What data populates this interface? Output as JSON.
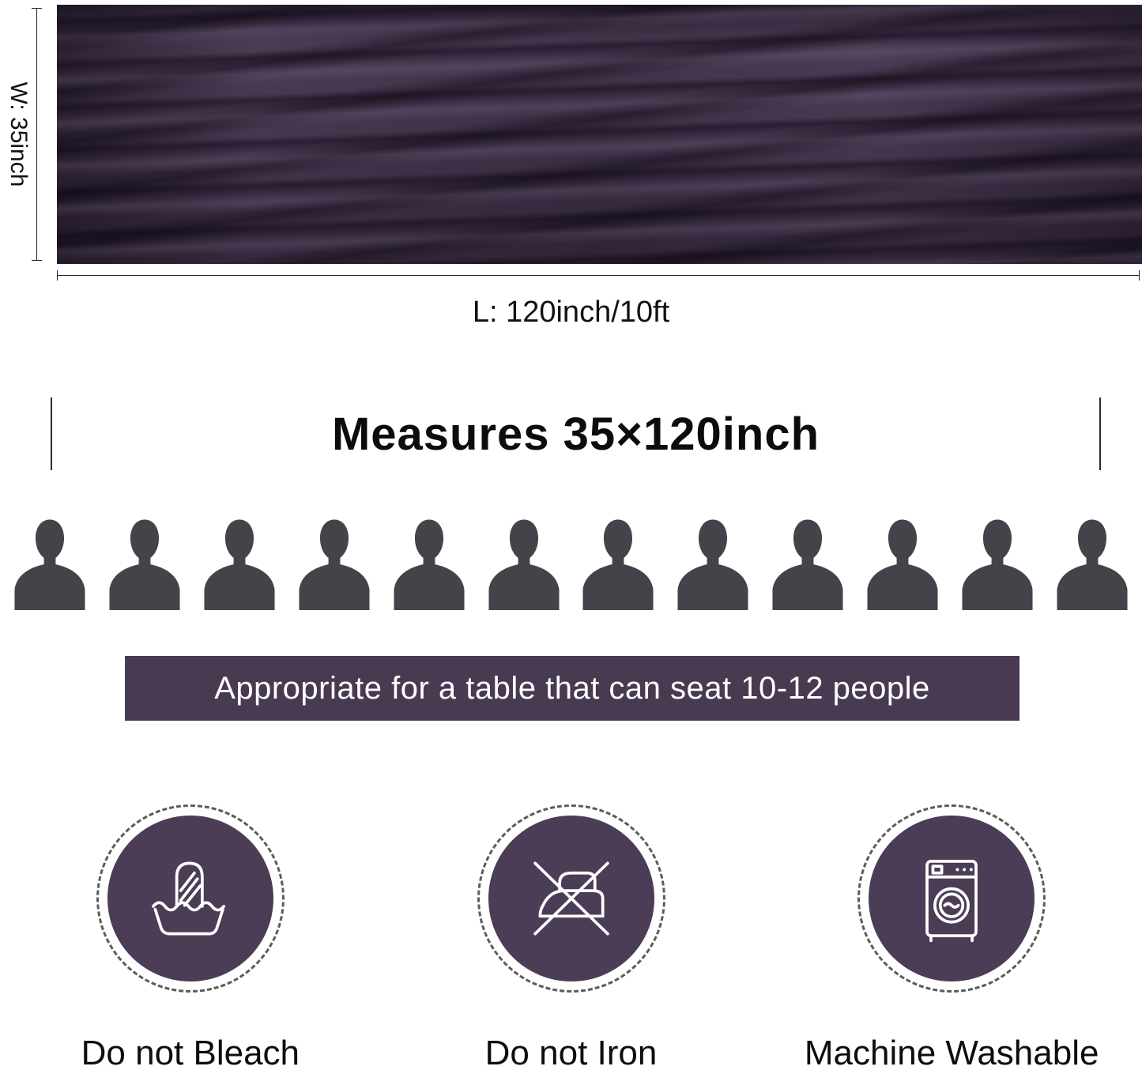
{
  "fabric": {
    "width_label": "W: 35inch",
    "length_label": "L: 120inch/10ft"
  },
  "measures": {
    "text": "Measures 35×120inch"
  },
  "seating": {
    "people_count": 12,
    "banner_text": "Appropriate for a table that can seat 10-12 people"
  },
  "care": {
    "items": [
      {
        "icon": "handwash-basin-icon",
        "label": "Do not Bleach"
      },
      {
        "icon": "no-iron-icon",
        "label": "Do not Iron"
      },
      {
        "icon": "washing-machine-icon",
        "label": "Machine Washable"
      }
    ]
  },
  "colors": {
    "fabric_purple": "#4b3c55",
    "banner_purple": "#473a51",
    "circle_purple": "#4b3d56",
    "silhouette_gray": "#454349"
  }
}
